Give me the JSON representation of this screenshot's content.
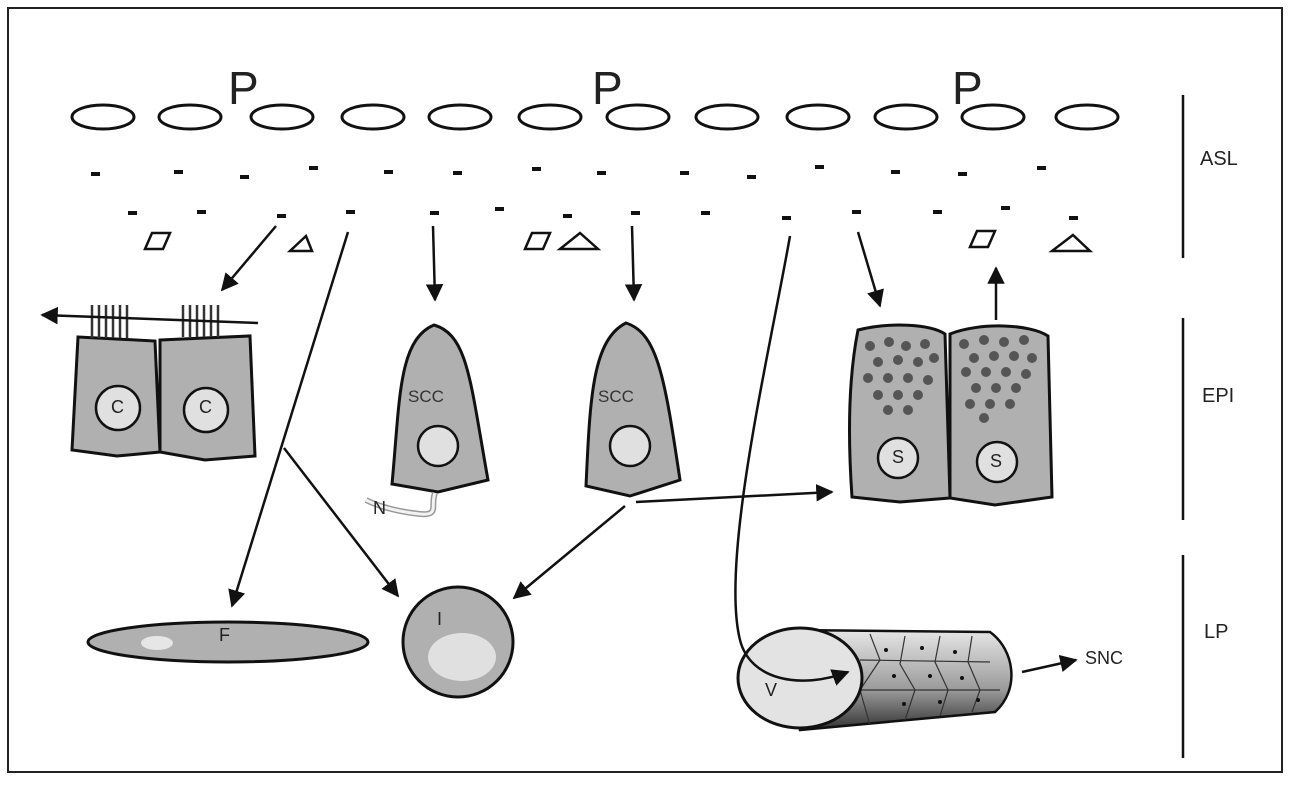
{
  "diagram": {
    "pathogen_label": "P",
    "layers": {
      "asl": "ASL",
      "epi": "EPI",
      "lp": "LP"
    },
    "cells": {
      "ciliated_label": "C",
      "solitary_chemosensory_label": "SCC",
      "secretory_label": "S",
      "nerve_label": "N",
      "fibroblast_label": "F",
      "immune_label": "I",
      "vessel_label": "V"
    },
    "output_label": "SNC"
  }
}
